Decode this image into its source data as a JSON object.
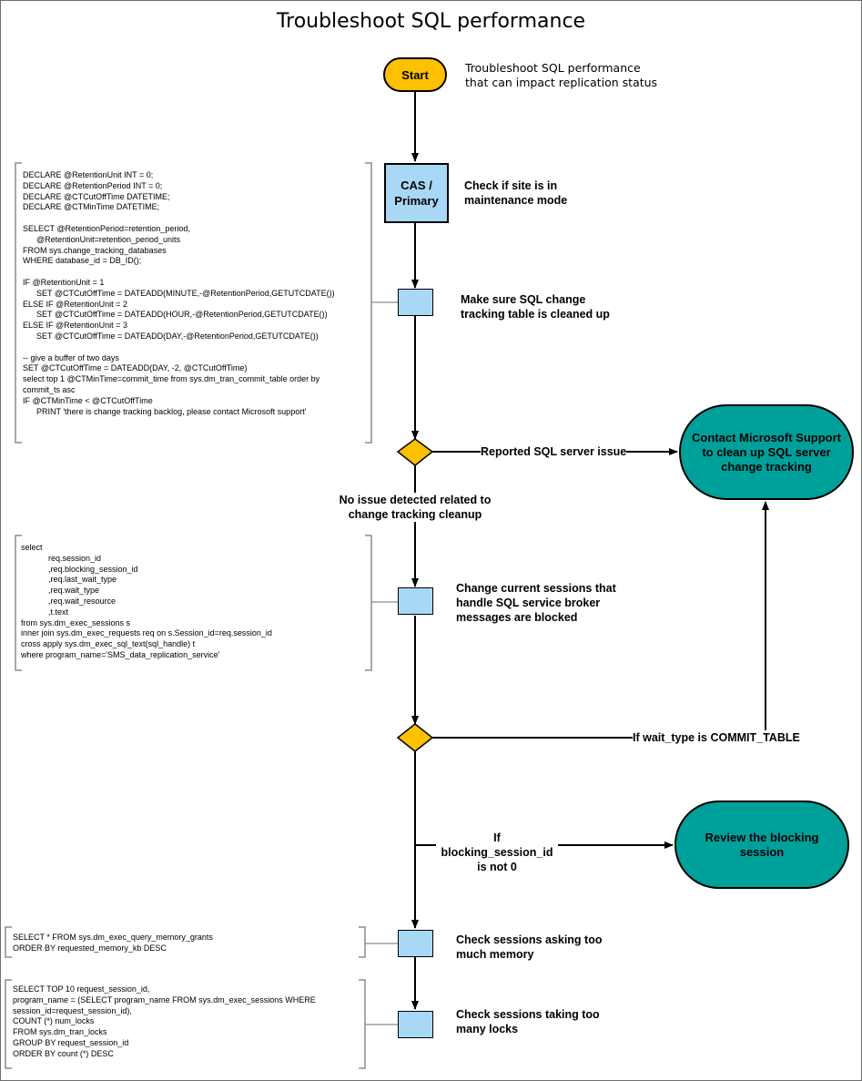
{
  "title": "Troubleshoot SQL performance",
  "start": {
    "label": "Start",
    "note": "Troubleshoot SQL performance\nthat can impact replication status"
  },
  "cas": {
    "label": "CAS /\nPrimary",
    "note": "Check if site is in\nmaintenance mode"
  },
  "steps": {
    "cleanup": "Make sure SQL change\ntracking table is cleaned up",
    "sessions": "Change current sessions that\nhandle SQL service broker\nmessages are blocked",
    "memory": "Check sessions asking too\nmuch memory",
    "locks": "Check sessions taking too\nmany locks"
  },
  "terminals": {
    "contact": "Contact Microsoft Support to clean up SQL server change tracking",
    "review": "Review the blocking session"
  },
  "edges": {
    "reported": "Reported SQL server issue",
    "no_issue": "No issue detected related to\nchange tracking cleanup",
    "commit_table": "If wait_type is COMMIT_TABLE",
    "blocking": "If blocking_session_id\nis not 0"
  },
  "code": {
    "change_tracking": "DECLARE @RetentionUnit INT = 0;\nDECLARE @RetentionPeriod INT = 0;\nDECLARE @CTCutOffTime DATETIME;\nDECLARE @CTMinTime DATETIME;\n\nSELECT @RetentionPeriod=retention_period,\n      @RetentionUnit=retention_period_units\nFROM sys.change_tracking_databases\nWHERE database_id = DB_ID();\n\nIF @RetentionUnit = 1\n      SET @CTCutOffTime = DATEADD(MINUTE,-@RetentionPeriod,GETUTCDATE())\nELSE IF @RetentionUnit = 2\n      SET @CTCutOffTime = DATEADD(HOUR,-@RetentionPeriod,GETUTCDATE())\nELSE IF @RetentionUnit = 3\n      SET @CTCutOffTime = DATEADD(DAY,-@RetentionPeriod,GETUTCDATE())\n\n-- give a buffer of two days\nSET @CTCutOffTime = DATEADD(DAY, -2, @CTCutOffTime)\nselect top 1 @CTMinTime=commit_time from sys.dm_tran_commit_table order by\ncommit_ts asc\nIF @CTMinTime < @CTCutOffTime\n      PRINT 'there is change tracking backlog, please contact Microsoft support'",
    "sessions": "select\n            req.session_id\n            ,req.blocking_session_id\n            ,req.last_wait_type\n            ,req.wait_type\n            ,req.wait_resource\n            ,t.text\nfrom sys.dm_exec_sessions s\ninner join sys.dm_exec_requests req on s.Session_id=req.session_id\ncross apply sys.dm_exec_sql_text(sql_handle) t\nwhere program_name='SMS_data_replication_service'",
    "memory": "SELECT * FROM sys.dm_exec_query_memory_grants\nORDER BY requested_memory_kb DESC",
    "locks": "SELECT TOP 10 request_session_id,\nprogram_name = (SELECT program_name FROM sys.dm_exec_sessions WHERE\nsession_id=request_session_id),\nCOUNT (*) num_locks\nFROM sys.dm_tran_locks\nGROUP BY request_session_id\nORDER BY count (*) DESC"
  },
  "colors": {
    "start_fill": "#ffc000",
    "decision_fill": "#ffc000",
    "process_fill": "#a8d8f5",
    "terminal_fill": "#00a09a",
    "bracket": "#8c8c8c"
  }
}
